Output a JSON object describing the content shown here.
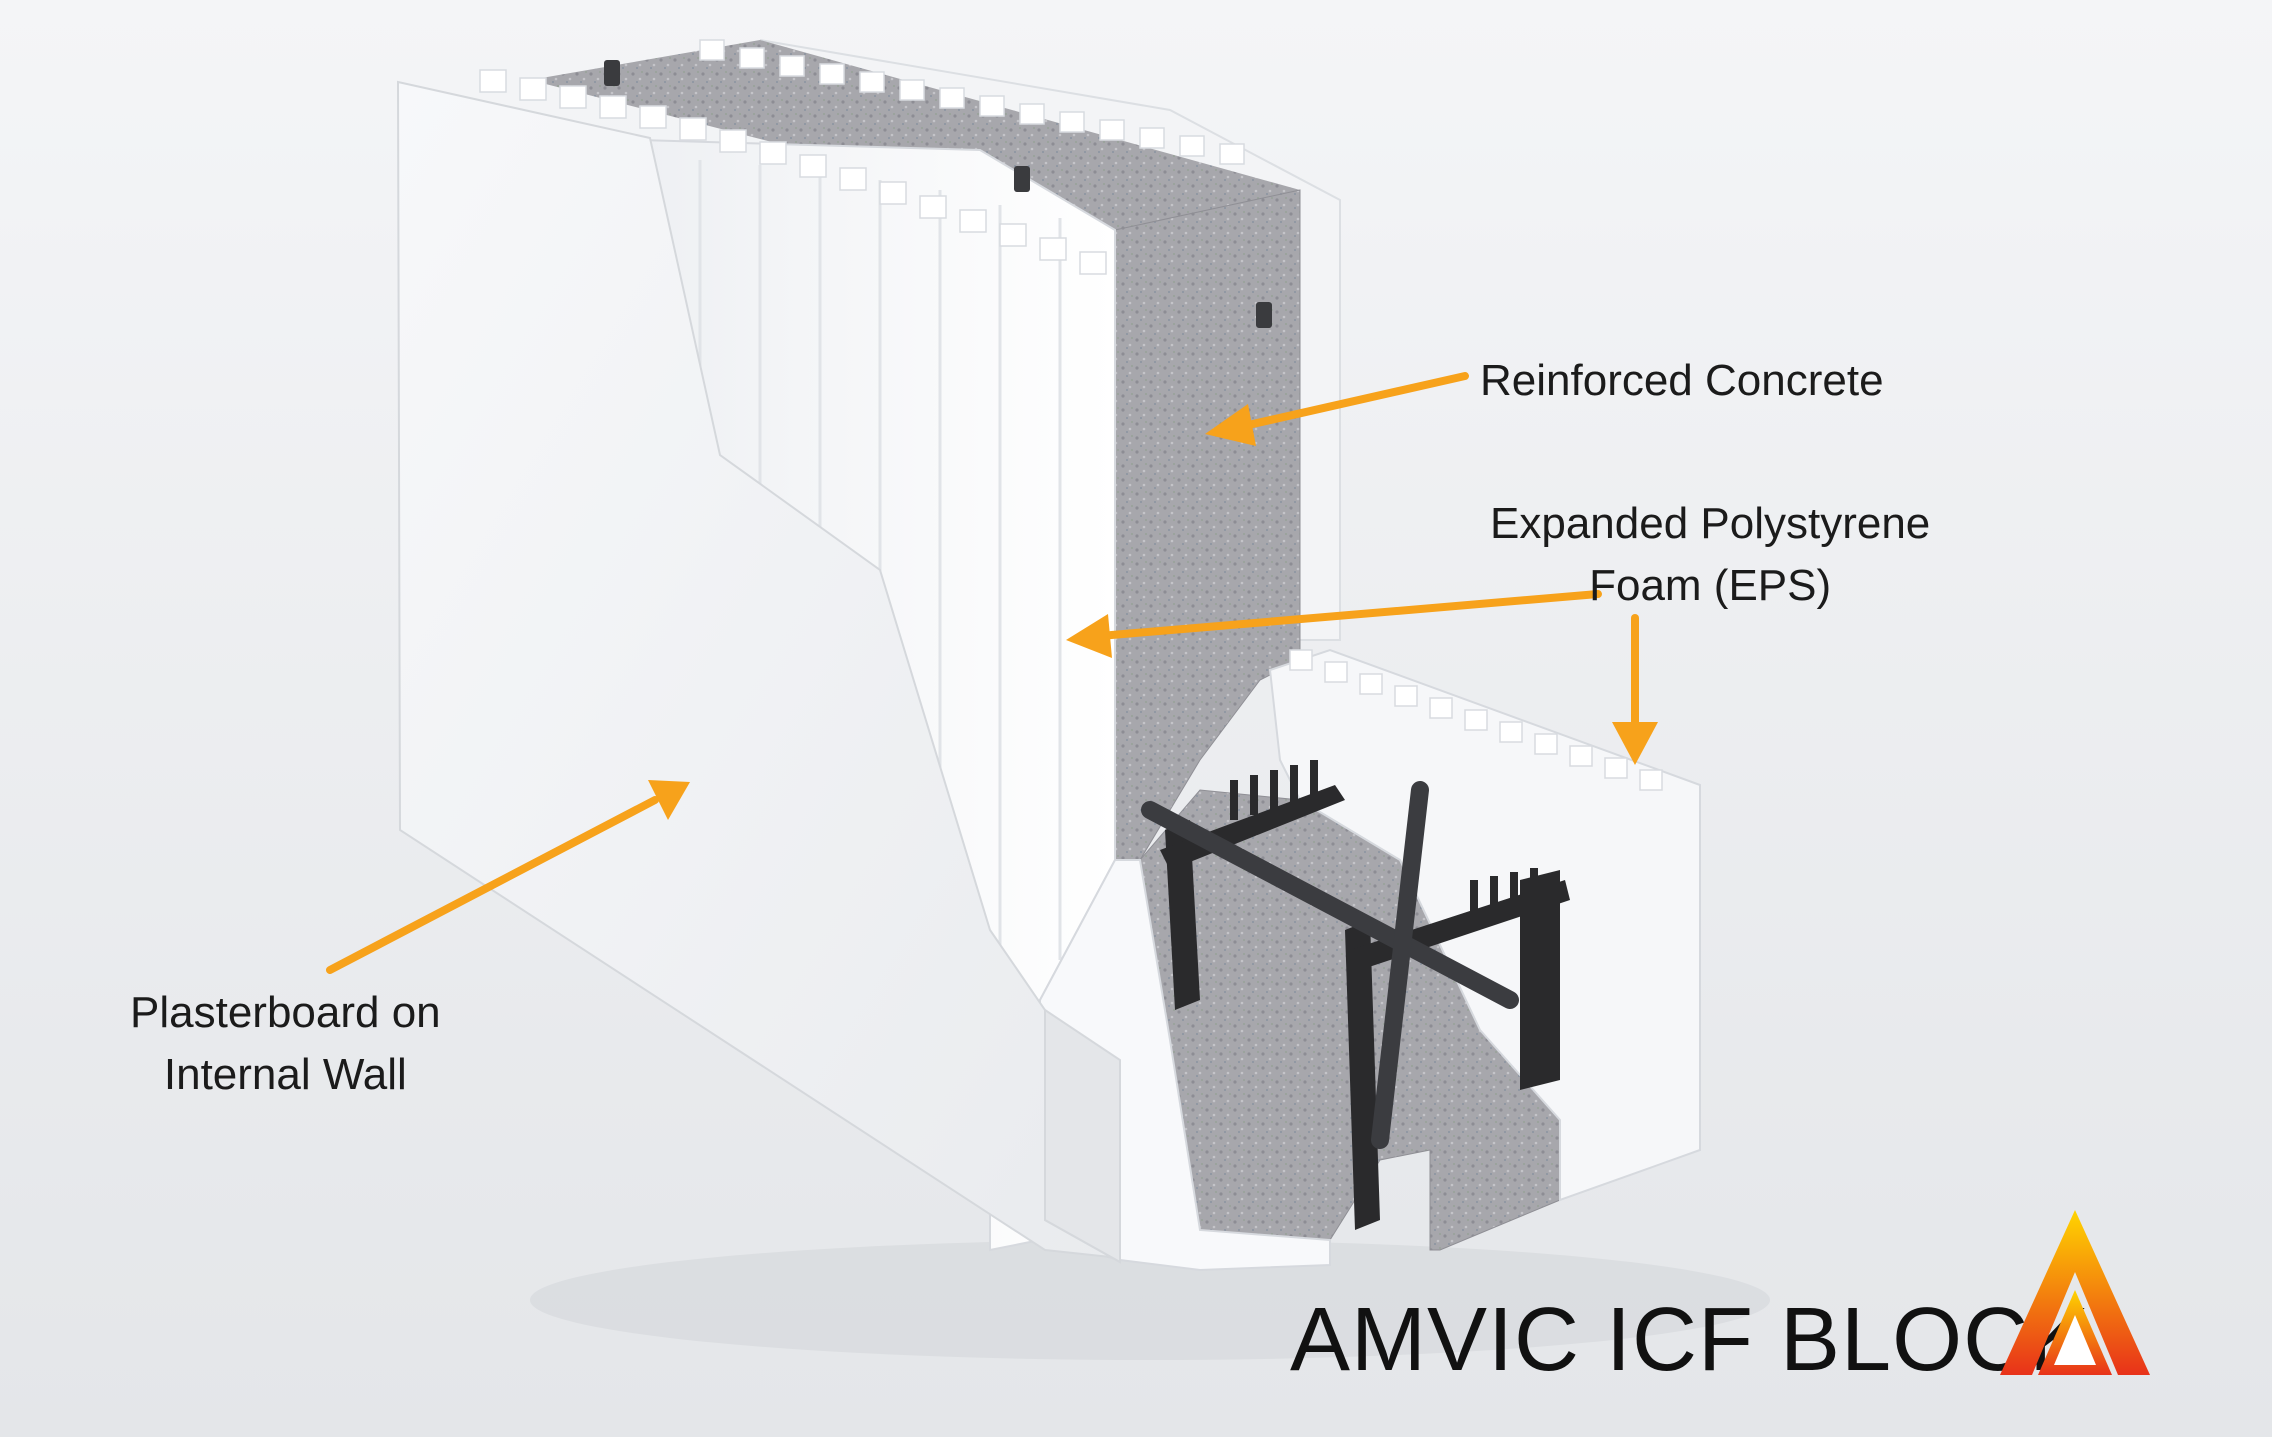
{
  "labels": {
    "concrete": "Reinforced Concrete",
    "eps_line1": "Expanded Polystyrene",
    "eps_line2": "Foam (EPS)",
    "plaster_line1": "Plasterboard on",
    "plaster_line2": "Internal Wall"
  },
  "brand": {
    "name": "AMVIC ICF BLOCK"
  },
  "colors": {
    "background": "#eceef0",
    "arrow": "#f7a21b",
    "eps": "#f5f6f8",
    "concrete": "#a9a9ad",
    "plasterboard": "#f2f3f5",
    "tie": "#2a2a2c",
    "logo_top": "#ffd400",
    "logo_bottom": "#e8321a"
  }
}
